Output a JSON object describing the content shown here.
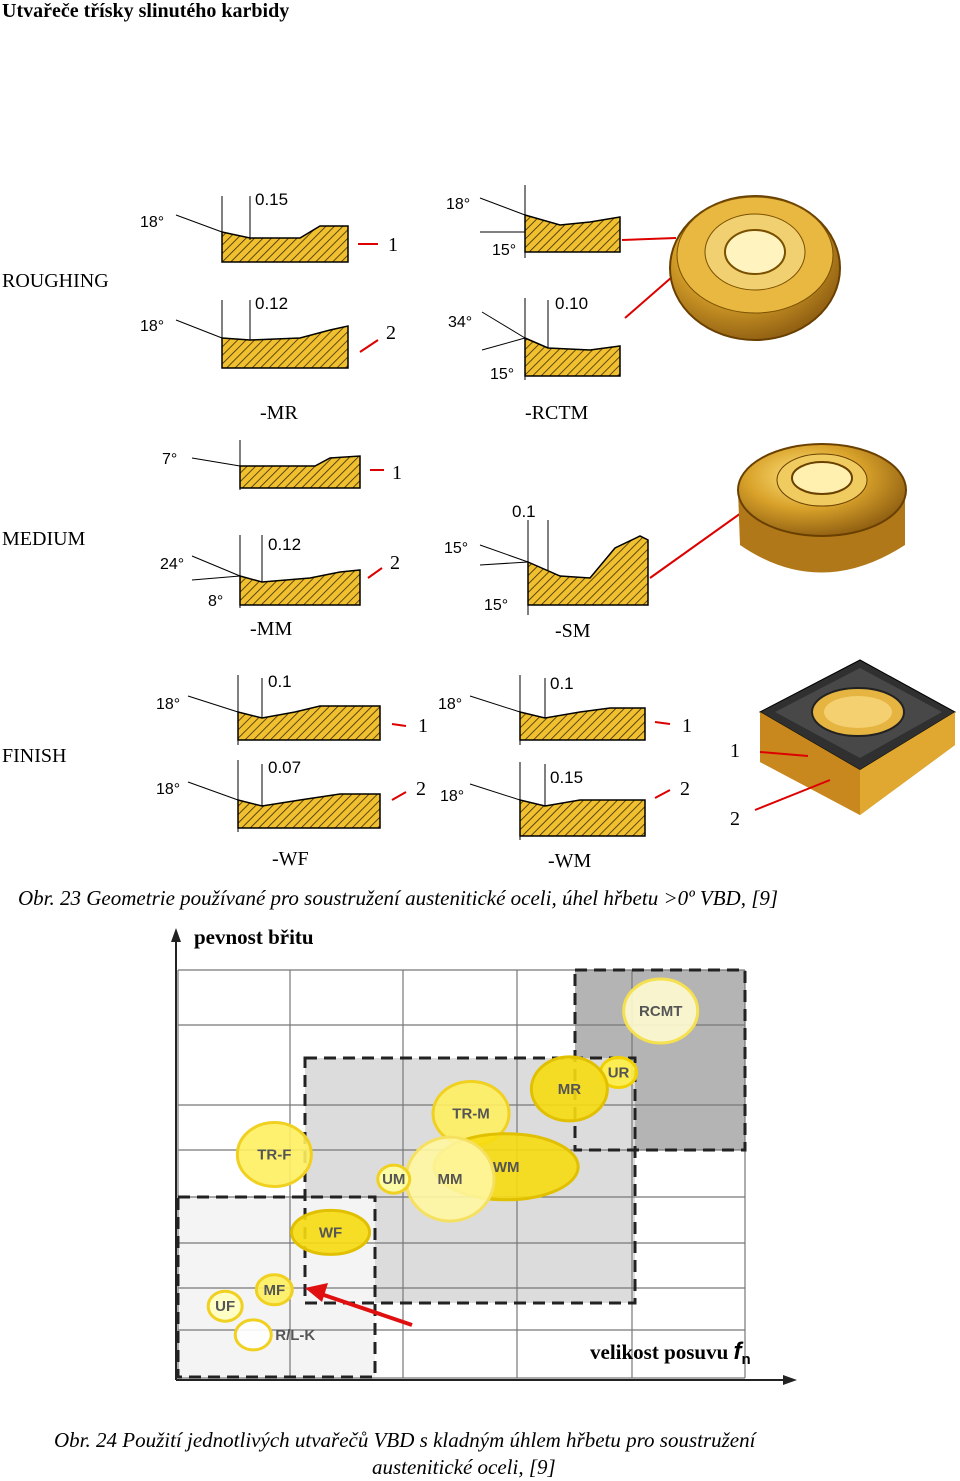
{
  "header": {
    "title": "Utvařeče třísky slinutého karbidy"
  },
  "figure1": {
    "categories": {
      "roughing": "ROUGHING",
      "medium": "MEDIUM",
      "finish": "FINISH"
    },
    "codes": {
      "mr": "-MR",
      "rctm": "-RCTM",
      "mm": "-MM",
      "sm": "-SM",
      "wf": "-WF",
      "wm": "-WM"
    },
    "dimensions": {
      "mr1": "0.15",
      "mr2": "0.12",
      "rctm2": "0.10",
      "mm2": "0.12",
      "sm": "0.1",
      "wf1": "0.1",
      "wf2": "0.07",
      "wm1": "0.1",
      "wm2": "0.15"
    },
    "angles": {
      "mr1": "18°",
      "mr2": "18°",
      "rctm1a": "18°",
      "rctm1b": "15°",
      "rctm2a": "34°",
      "rctm2b": "15°",
      "mm1": "7°",
      "mm2a": "24°",
      "mm2b": "8°",
      "sm_a": "15°",
      "sm_b": "15°",
      "wf1": "18°",
      "wf2": "18°",
      "wm1": "18°",
      "wm2": "18°"
    },
    "markers": {
      "one": "1",
      "two": "2"
    },
    "caption": "Obr. 23 Geometrie používané pro soustružení austenitické oceli, úhel hřbetu >0º VBD, [9]"
  },
  "figure2": {
    "y_axis": "pevnost břitu",
    "x_axis": "velikost posuvu",
    "x_symbol": "f",
    "x_subscript": "n",
    "caption_line1": "Obr. 24 Použití jednotlivých utvařečů VBD s kladným úhlem hřbetu pro soustružení",
    "caption_line2": "austenitické oceli, [9]"
  },
  "chart_data": {
    "type": "scatter",
    "xlabel": "velikost posuvu fn",
    "ylabel": "pevnost břitu",
    "points": [
      {
        "name": "RCMT",
        "x": 6.9,
        "y": 9.0
      },
      {
        "name": "UR",
        "x": 6.3,
        "y": 7.5
      },
      {
        "name": "MR",
        "x": 5.6,
        "y": 7.1
      },
      {
        "name": "TR-M",
        "x": 4.2,
        "y": 6.5
      },
      {
        "name": "TR-F",
        "x": 1.4,
        "y": 5.5
      },
      {
        "name": "WM",
        "x": 4.7,
        "y": 5.2
      },
      {
        "name": "MM",
        "x": 3.9,
        "y": 4.9
      },
      {
        "name": "UM",
        "x": 3.1,
        "y": 4.9
      },
      {
        "name": "WF",
        "x": 2.2,
        "y": 3.6
      },
      {
        "name": "MF",
        "x": 1.4,
        "y": 2.2
      },
      {
        "name": "UF",
        "x": 0.7,
        "y": 1.8
      },
      {
        "name": "R/L-K",
        "x": 1.1,
        "y": 1.1
      }
    ]
  }
}
